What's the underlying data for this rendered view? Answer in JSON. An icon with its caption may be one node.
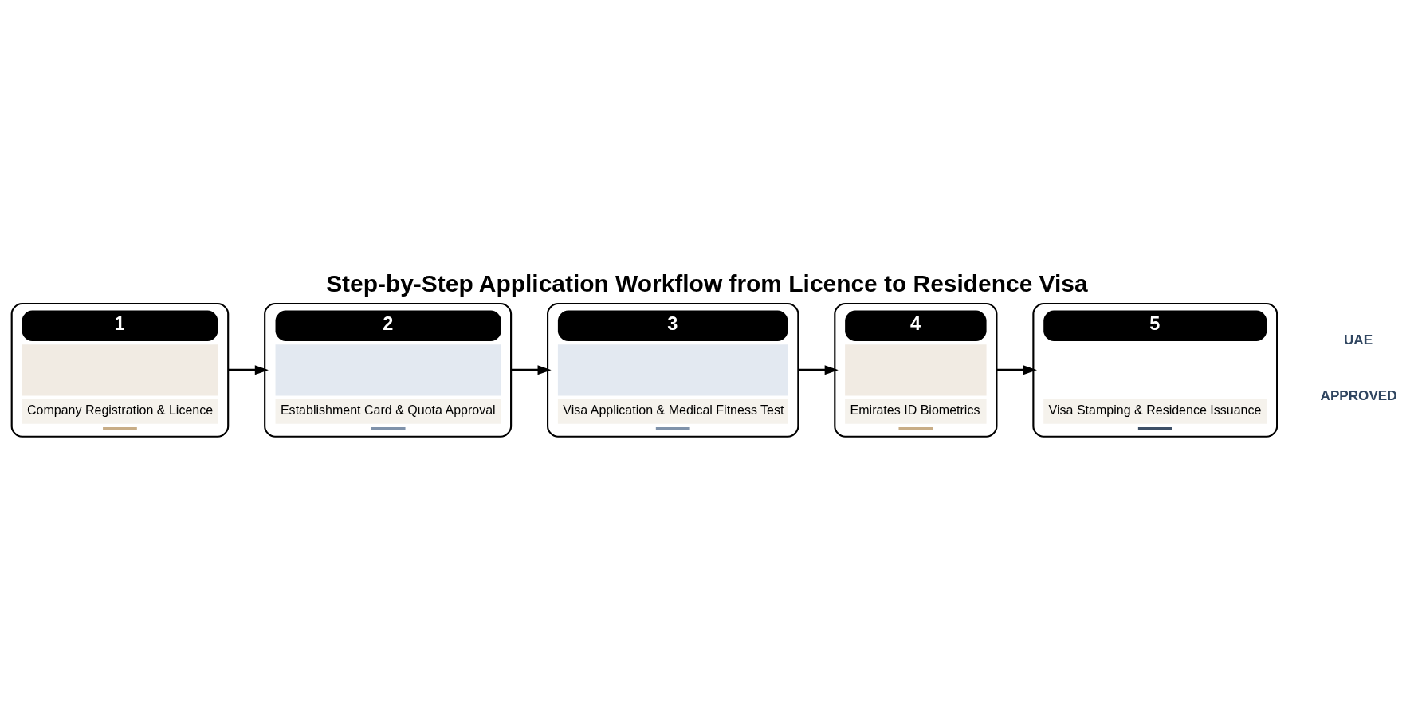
{
  "diagram": {
    "title": "Step-by-Step Application Workflow from Licence to Residence Visa",
    "nodes": [
      {
        "text": [
          "1",
          "Company Registration & Licence"
        ]
      },
      {
        "text": [
          "2",
          "Establishment Card & Quota Approval"
        ]
      },
      {
        "text": [
          "3",
          "Visa Application & Medical Fitness Test"
        ]
      },
      {
        "text": [
          "4",
          "Emirates ID Biometrics"
        ]
      },
      {
        "text": [
          "5",
          "Visa Stamping & Residence Issuance"
        ]
      }
    ],
    "edges": [
      {
        "from": 0,
        "to": 1,
        "arrow": "to"
      },
      {
        "from": 1,
        "to": 2,
        "arrow": "to"
      },
      {
        "from": 2,
        "to": 3,
        "arrow": "to"
      },
      {
        "from": 3,
        "to": 4,
        "arrow": "to"
      }
    ],
    "labels": [
      "UAE",
      "APPROVED"
    ]
  }
}
